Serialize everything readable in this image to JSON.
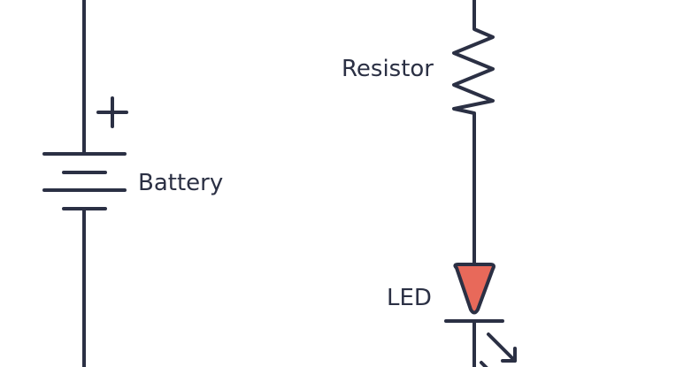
{
  "diagram": {
    "type": "circuit-schematic",
    "colors": {
      "stroke": "#2b3044",
      "led_fill": "#e8695a",
      "background": "#ffffff"
    },
    "components": {
      "battery": {
        "label": "Battery",
        "polarity_mark": "+"
      },
      "resistor": {
        "label": "Resistor"
      },
      "led": {
        "label": "LED"
      }
    }
  }
}
